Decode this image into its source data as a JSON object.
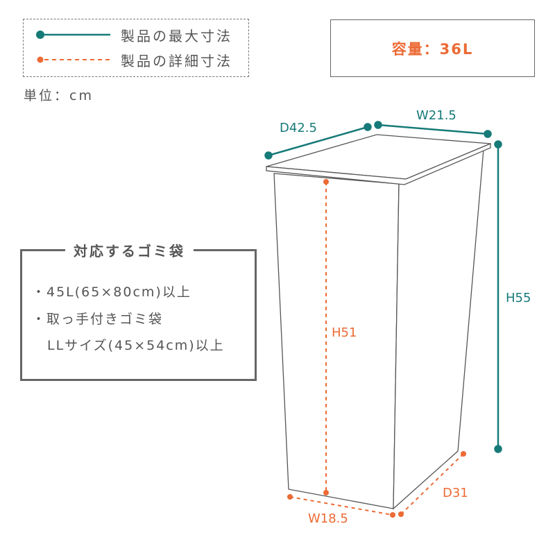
{
  "legend": {
    "max_label": "製品の最大寸法",
    "detail_label": "製品の詳細寸法"
  },
  "unit": "単位：cm",
  "capacity": "容量：36L",
  "bags": {
    "title": "対応するゴミ袋",
    "items": [
      "・45L(65×80cm)以上",
      "・取っ手付きゴミ袋",
      "LLサイズ(45×54cm)以上"
    ]
  },
  "dimensions": {
    "depth_max": "D42.5",
    "width_max": "W21.5",
    "height_max": "H55",
    "height_inner": "H51",
    "width_bottom": "W18.5",
    "depth_bottom": "D31"
  },
  "colors": {
    "max": "#167a78",
    "detail": "#ec6a35",
    "text": "#555555"
  }
}
